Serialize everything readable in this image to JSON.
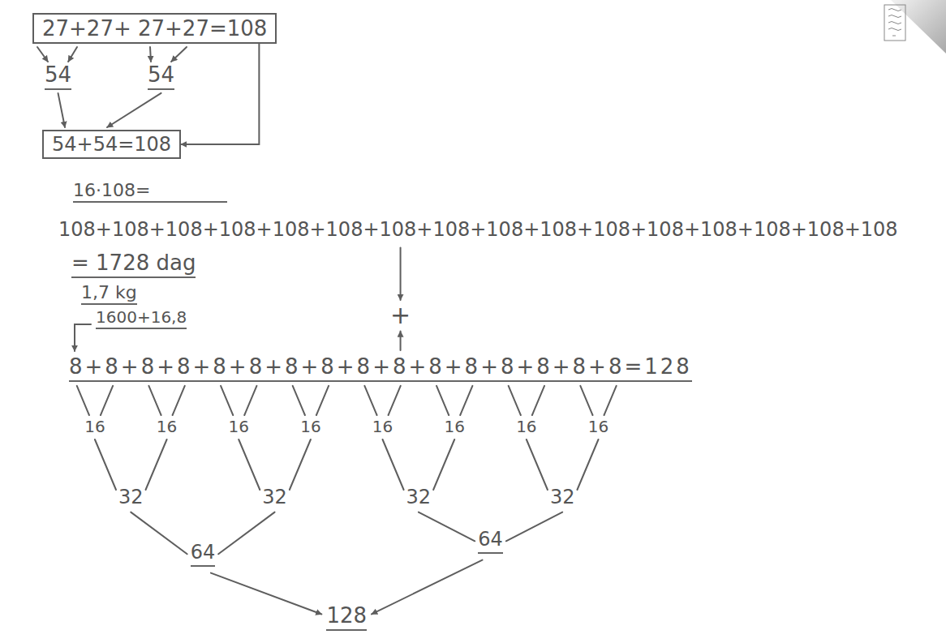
{
  "diagram": {
    "nodes": [
      {
        "text": [
          "27+27+ 27+27=108"
        ]
      },
      {
        "text": [
          "54+54=108"
        ]
      }
    ],
    "edges": [
      {
        "from": 0,
        "to": 1,
        "arrow": "to"
      }
    ],
    "labels": [
      "54",
      "54",
      "16·108=",
      "108+108+108+108+108+108+108+108+108+108+108+108+108+108+108+108",
      "= 1728 dag",
      "1,7 kg",
      "1600+16,8",
      "+",
      "8+8+8+8+8+8+8+8+8+8+8+8+8+8+8+8=128",
      "16",
      "16",
      "16",
      "16",
      "16",
      "16",
      "16",
      "16",
      "32",
      "32",
      "32",
      "32",
      "64",
      "64",
      "128"
    ]
  }
}
